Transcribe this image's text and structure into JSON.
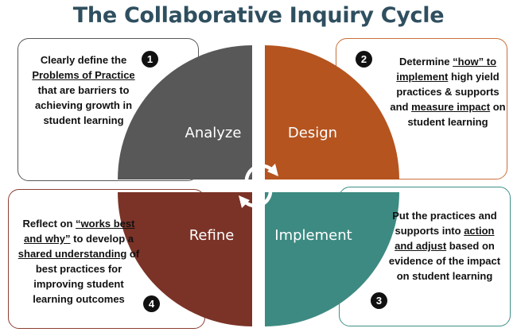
{
  "title": "The Collaborative Inquiry Cycle",
  "colors": {
    "title": "#2f4f5f",
    "analyze": "#585858",
    "design": "#b5541f",
    "refine": "#7b3327",
    "implement": "#3d8a82"
  },
  "quadrants": {
    "analyze": "Analyze",
    "design": "Design",
    "refine": "Refine",
    "implement": "Implement"
  },
  "center_icon": "circular-arrows-icon",
  "steps": [
    {
      "number": "1",
      "parts": [
        {
          "text": "Clearly define the "
        },
        {
          "text": "Problems of Practice",
          "underline": true
        },
        {
          "text": " that are barriers to achieving growth in student learning"
        }
      ]
    },
    {
      "number": "2",
      "parts": [
        {
          "text": "Determine "
        },
        {
          "text": "“how” to implement",
          "underline": true
        },
        {
          "text": " high yield practices & supports and "
        },
        {
          "text": "measure impact",
          "underline": true
        },
        {
          "text": " on student learning"
        }
      ]
    },
    {
      "number": "3",
      "parts": [
        {
          "text": "Put the practices and supports into "
        },
        {
          "text": "action and adjust",
          "underline": true
        },
        {
          "text": " based on evidence of the impact on student learning"
        }
      ]
    },
    {
      "number": "4",
      "parts": [
        {
          "text": "Reflect on "
        },
        {
          "text": "“works best and why”",
          "underline": true
        },
        {
          "text": " to develop a "
        },
        {
          "text": "shared understanding",
          "underline": true
        },
        {
          "text": " of best practices for improving student learning outcomes"
        }
      ]
    }
  ]
}
